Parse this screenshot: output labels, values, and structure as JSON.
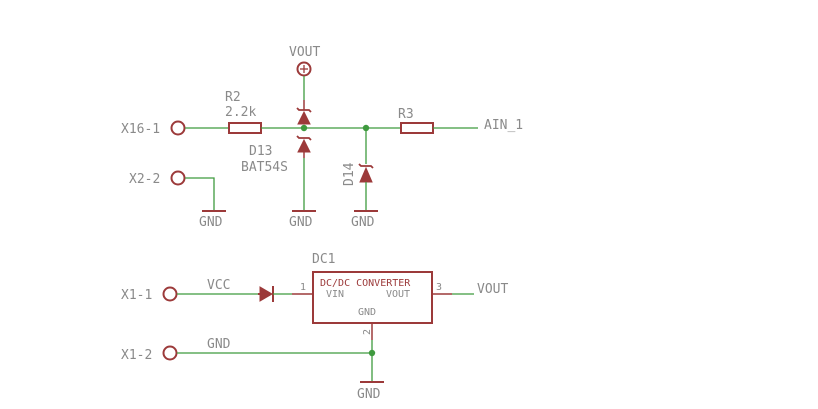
{
  "colors": {
    "wire": "#3f9a3f",
    "part": "#9c3a3a",
    "text": "#8a8a8a",
    "background": "#ffffff"
  },
  "connectors": {
    "x16_1": "X16-1",
    "x2_2": "X2-2",
    "x1_1": "X1-1",
    "x1_2": "X1-2"
  },
  "components": {
    "r2": {
      "name": "R2",
      "value": "2.2k"
    },
    "r3": {
      "name": "R3"
    },
    "d13": {
      "name": "D13",
      "value": "BAT54S"
    },
    "d14": {
      "name": "D14"
    },
    "dc1": {
      "name": "DC1",
      "title": "DC/DC CONVERTER",
      "pin_vin": "VIN",
      "pin_vout": "VOUT",
      "pin_gnd": "GND",
      "pin1": "1",
      "pin2": "2",
      "pin3": "3"
    }
  },
  "nets": {
    "vout_top": "VOUT",
    "ain_1": "AIN_1",
    "vcc": "VCC",
    "gnd_wire": "GND",
    "vout_out": "VOUT"
  },
  "grounds": {
    "gnd_x2": "GND",
    "gnd_d13": "GND",
    "gnd_d14": "GND",
    "gnd_dc1": "GND"
  }
}
